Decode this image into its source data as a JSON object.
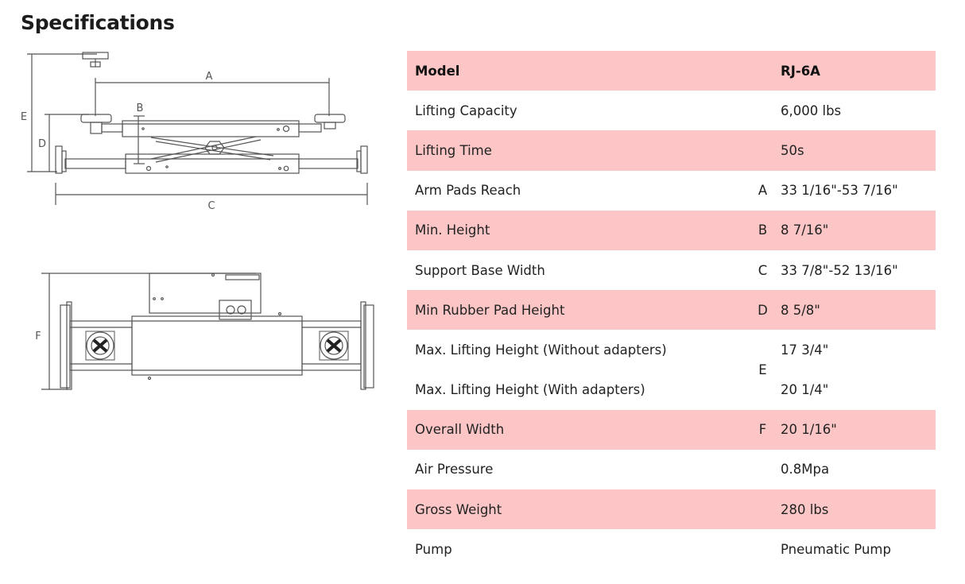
{
  "page": {
    "heading": "Specifications"
  },
  "diagram": {
    "labels": {
      "a": "A",
      "b": "B",
      "c": "C",
      "d": "D",
      "e": "E",
      "f": "F"
    }
  },
  "table": {
    "header": {
      "name": "Model",
      "ref": "",
      "value": "RJ-6A"
    },
    "rows": [
      {
        "name": "Lifting Capacity",
        "ref": "",
        "value": "6,000 lbs"
      },
      {
        "name": "Lifting Time",
        "ref": "",
        "value": "50s"
      },
      {
        "name": "Arm Pads Reach",
        "ref": "A",
        "value": "33 1/16\"-53 7/16\""
      },
      {
        "name": "Min. Height",
        "ref": "B",
        "value": "8 7/16\""
      },
      {
        "name": "Support Base Width",
        "ref": "C",
        "value": "33 7/8\"-52 13/16\""
      },
      {
        "name": "Min Rubber Pad Height",
        "ref": "D",
        "value": "8 5/8\""
      },
      {
        "name": "Max. Lifting Height (Without adapters)",
        "ref": "E",
        "value": "17 3/4\""
      },
      {
        "name": "Max. Lifting Height (With adapters)",
        "ref": "",
        "value": "20 1/4\""
      },
      {
        "name": "Overall Width",
        "ref": "F",
        "value": "20 1/16\""
      },
      {
        "name": "Air Pressure",
        "ref": "",
        "value": "0.8Mpa"
      },
      {
        "name": "Gross Weight",
        "ref": "",
        "value": "280 lbs"
      },
      {
        "name": "Pump",
        "ref": "",
        "value": "Pneumatic Pump"
      }
    ]
  }
}
